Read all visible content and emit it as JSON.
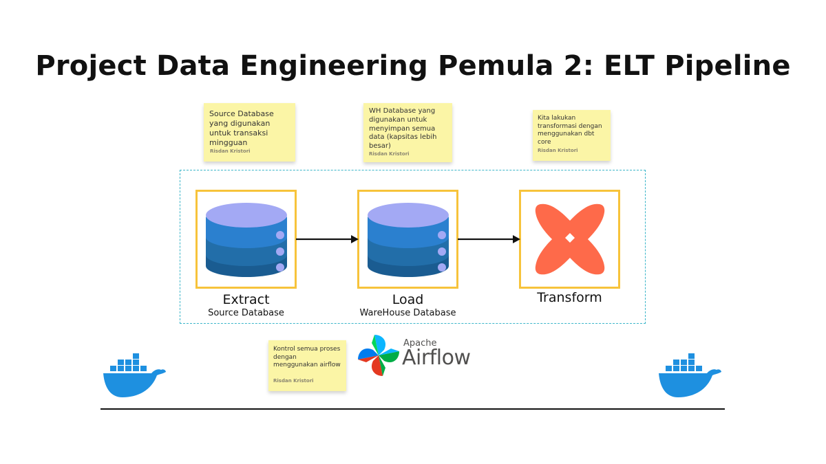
{
  "title": "Project Data Engineering Pemula 2: ELT Pipeline",
  "notes": [
    {
      "text": "Source Database yang digunakan untuk transaksi mingguan",
      "author": "Risdan Kristori"
    },
    {
      "text": "WH Database yang digunakan untuk menyimpan semua data (kapsitas lebih besar)",
      "author": "Risdan Kristori"
    },
    {
      "text": "Kita lakukan transformasi dengan menggunakan dbt core",
      "author": "Risdan Kristori"
    },
    {
      "text": "Kontrol semua proses dengan menggunakan airflow",
      "author": "Risdan Kristori"
    }
  ],
  "stages": [
    {
      "label": "Extract",
      "sublabel": "Source Database",
      "icon": "database-icon"
    },
    {
      "label": "Load",
      "sublabel": "WareHouse Database",
      "icon": "database-icon"
    },
    {
      "label": "Transform",
      "sublabel": "",
      "icon": "dbt-logo-icon"
    }
  ],
  "airflow": {
    "apache": "Apache",
    "name": "Airflow",
    "icon": "airflow-pinwheel-icon"
  },
  "docker": {
    "icon": "docker-whale-icon"
  },
  "colors": {
    "sticky": "#fbf5a6",
    "node_border": "#f7c33b",
    "container_border": "#39b5c9",
    "db_top": "#a3a9f4",
    "db_mid": "#2b80cf",
    "db_dark": "#1a5c91",
    "dbt": "#fe6a4a",
    "docker": "#1e90e0"
  }
}
